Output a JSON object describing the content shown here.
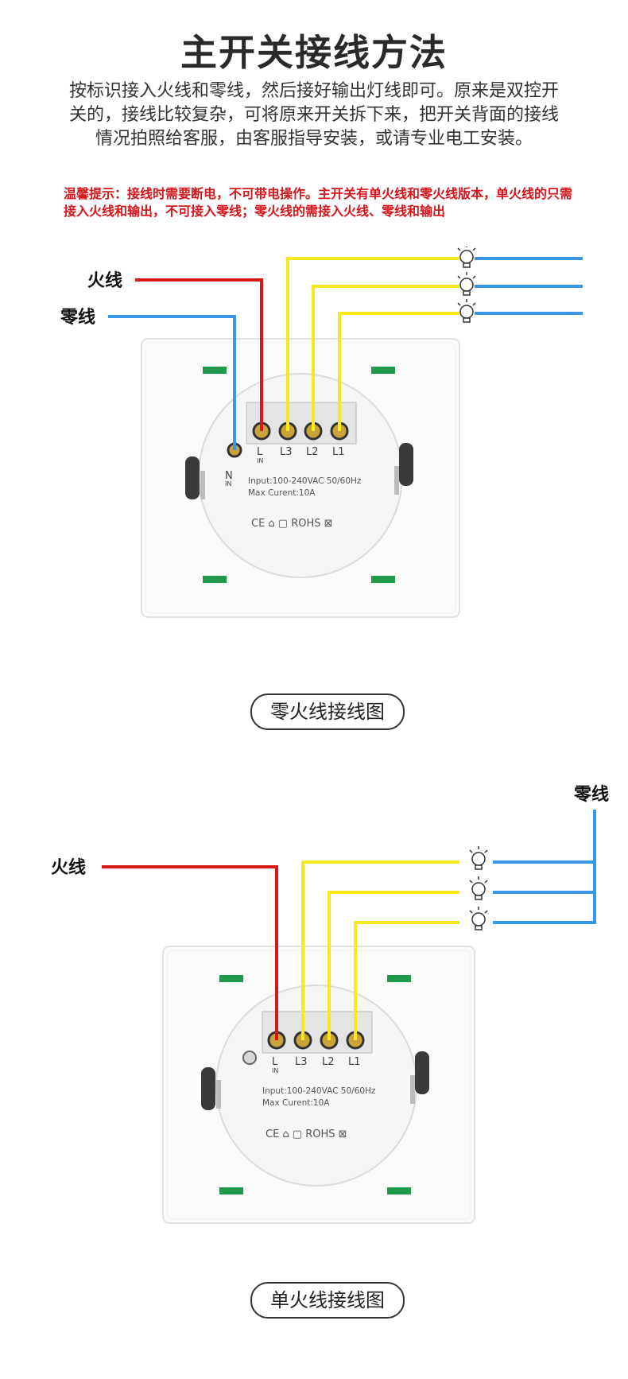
{
  "header": {
    "title": "主开关接线方法",
    "description": "按标识接入火线和零线，然后接好输出灯线即可。原来是双控开关的，接线比较复杂，可将原来开关拆下来，把开关背面的接线情况拍照给客服，由客服指导安装，或请专业电工安装。",
    "warning": "温馨提示：接线时需要断电，不可带电操作。主开关有单火线和零火线版本，单火线的只需接入火线和输出，不可接入零线；零火线的需接入火线、零线和输出"
  },
  "diagram1": {
    "caption": "零火线接线图",
    "live_label": "火线",
    "neutral_label": "零线",
    "terminals": [
      "L",
      "L3",
      "L2",
      "L1"
    ],
    "terminal_in": "IN",
    "neutral_terminal": "N",
    "neutral_in": "IN",
    "spec_line1": "Input:100-240VAC 50/60Hz",
    "spec_line2": "Max Curent:10A",
    "cert": "CE ⌂ ▢ ROHS ⊠"
  },
  "diagram2": {
    "caption": "单火线接线图",
    "live_label": "火线",
    "neutral_label": "零线",
    "terminals": [
      "L",
      "L3",
      "L2",
      "L1"
    ],
    "terminal_in": "IN",
    "spec_line1": "Input:100-240VAC 50/60Hz",
    "spec_line2": "Max Curent:10A",
    "cert": "CE ⌂ ▢ ROHS ⊠"
  },
  "colors": {
    "live_wire": "#d81818",
    "neutral_wire": "#3a96e6",
    "output_wire": "#f7ea1c",
    "warning_text": "#d4161c",
    "indicator": "#1f9a4a"
  },
  "icons": [
    "bulb-icon"
  ]
}
